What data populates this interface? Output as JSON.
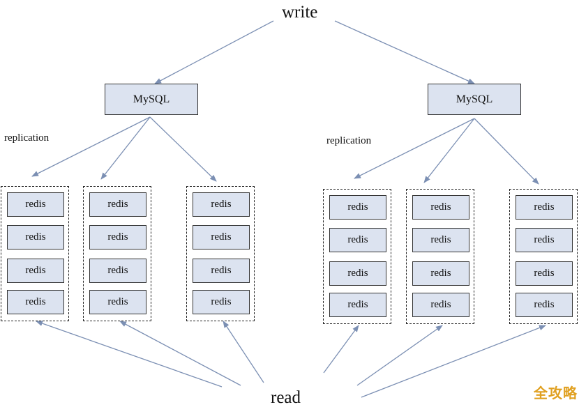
{
  "labels": {
    "write": "write",
    "read": "read",
    "replication": "replication"
  },
  "mysql_label": "MySQL",
  "redis_label": "redis",
  "watermark": "全攻略",
  "colors": {
    "box_fill": "#dce3f0",
    "arrow": "#7b8fb3",
    "watermark": "#e0a020"
  }
}
